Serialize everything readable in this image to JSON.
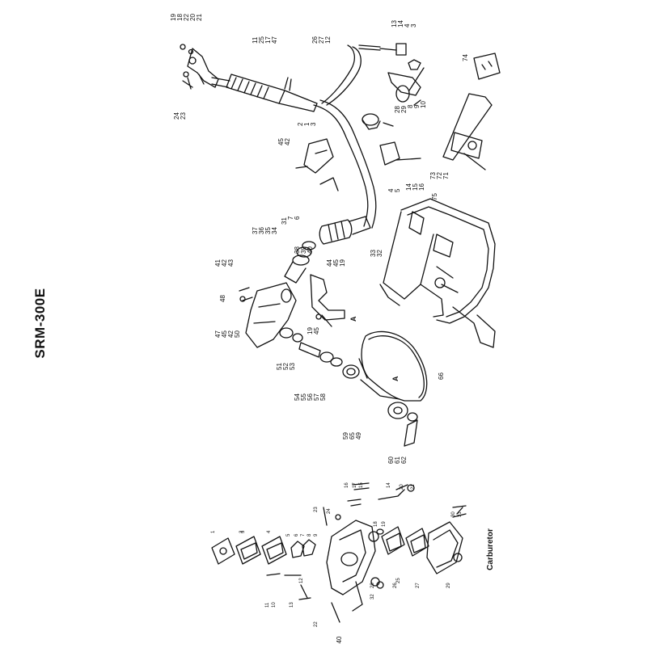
{
  "title": "SRM-300E",
  "carburetor_label": "Carburetor",
  "page_number": "40",
  "callouts_main": [
    {
      "id": "c19t",
      "text": "19"
    },
    {
      "id": "c18t",
      "text": "18"
    },
    {
      "id": "c22t",
      "text": "22"
    },
    {
      "id": "c20t",
      "text": "20"
    },
    {
      "id": "c21t",
      "text": "21"
    },
    {
      "id": "c11t",
      "text": "11"
    },
    {
      "id": "c25t",
      "text": "25"
    },
    {
      "id": "c17t",
      "text": "17"
    },
    {
      "id": "c47t",
      "text": "47"
    },
    {
      "id": "c26t",
      "text": "26"
    },
    {
      "id": "c27t",
      "text": "27"
    },
    {
      "id": "c12t",
      "text": "12"
    },
    {
      "id": "c13t",
      "text": "13"
    },
    {
      "id": "c14t",
      "text": "14"
    },
    {
      "id": "c4t",
      "text": "4"
    },
    {
      "id": "c3t",
      "text": "3"
    },
    {
      "id": "c74",
      "text": "74"
    },
    {
      "id": "c24",
      "text": "24"
    },
    {
      "id": "c23",
      "text": "23"
    },
    {
      "id": "c28",
      "text": "28"
    },
    {
      "id": "c29",
      "text": "29"
    },
    {
      "id": "c8",
      "text": "8"
    },
    {
      "id": "c9",
      "text": "9"
    },
    {
      "id": "c10",
      "text": "10"
    },
    {
      "id": "c2",
      "text": "2"
    },
    {
      "id": "c1",
      "text": "1"
    },
    {
      "id": "c3b",
      "text": "3"
    },
    {
      "id": "c45",
      "text": "45"
    },
    {
      "id": "c42",
      "text": "42"
    },
    {
      "id": "c4b",
      "text": "4"
    },
    {
      "id": "c5b",
      "text": "5"
    },
    {
      "id": "c14b",
      "text": "14"
    },
    {
      "id": "c15b",
      "text": "15"
    },
    {
      "id": "c16b",
      "text": "16"
    },
    {
      "id": "c73",
      "text": "73"
    },
    {
      "id": "c72",
      "text": "72"
    },
    {
      "id": "c71",
      "text": "71"
    },
    {
      "id": "c75",
      "text": "75"
    },
    {
      "id": "c31",
      "text": "31"
    },
    {
      "id": "c7",
      "text": "7"
    },
    {
      "id": "c6",
      "text": "6"
    },
    {
      "id": "c37",
      "text": "37"
    },
    {
      "id": "c36",
      "text": "36"
    },
    {
      "id": "c35",
      "text": "35"
    },
    {
      "id": "c34",
      "text": "34"
    },
    {
      "id": "c33",
      "text": "33"
    },
    {
      "id": "c32",
      "text": "32"
    },
    {
      "id": "c38",
      "text": "38"
    },
    {
      "id": "c39",
      "text": "39"
    },
    {
      "id": "c40",
      "text": "40"
    },
    {
      "id": "c41",
      "text": "41"
    },
    {
      "id": "c42b",
      "text": "42"
    },
    {
      "id": "c43",
      "text": "43"
    },
    {
      "id": "c44",
      "text": "44"
    },
    {
      "id": "c45b",
      "text": "45"
    },
    {
      "id": "c19b",
      "text": "19"
    },
    {
      "id": "c48",
      "text": "48"
    },
    {
      "id": "c47b",
      "text": "47"
    },
    {
      "id": "c45c",
      "text": "45"
    },
    {
      "id": "c42c",
      "text": "42"
    },
    {
      "id": "c50",
      "text": "50"
    },
    {
      "id": "c19c",
      "text": "19"
    },
    {
      "id": "c45d",
      "text": "45"
    },
    {
      "id": "cA1",
      "text": "A"
    },
    {
      "id": "cA2",
      "text": "A"
    },
    {
      "id": "c51",
      "text": "51"
    },
    {
      "id": "c52",
      "text": "52"
    },
    {
      "id": "c53",
      "text": "53"
    },
    {
      "id": "c54",
      "text": "54"
    },
    {
      "id": "c55",
      "text": "55"
    },
    {
      "id": "c56",
      "text": "56"
    },
    {
      "id": "c57",
      "text": "57"
    },
    {
      "id": "c58",
      "text": "58"
    },
    {
      "id": "c59",
      "text": "59"
    },
    {
      "id": "c65",
      "text": "65"
    },
    {
      "id": "c49",
      "text": "49"
    },
    {
      "id": "c60",
      "text": "60"
    },
    {
      "id": "c61",
      "text": "61"
    },
    {
      "id": "c62",
      "text": "62"
    },
    {
      "id": "c66",
      "text": "66"
    }
  ],
  "callouts_carb": [
    {
      "id": "k1",
      "text": "1"
    },
    {
      "id": "k2",
      "text": "2"
    },
    {
      "id": "k3",
      "text": "3"
    },
    {
      "id": "k4",
      "text": "4"
    },
    {
      "id": "k5",
      "text": "5"
    },
    {
      "id": "k6",
      "text": "6"
    },
    {
      "id": "k7",
      "text": "7"
    },
    {
      "id": "k8",
      "text": "8"
    },
    {
      "id": "k9",
      "text": "9"
    },
    {
      "id": "k10",
      "text": "10"
    },
    {
      "id": "k11",
      "text": "11"
    },
    {
      "id": "k12",
      "text": "12"
    },
    {
      "id": "k13",
      "text": "13"
    },
    {
      "id": "k14",
      "text": "14"
    },
    {
      "id": "k15",
      "text": "15"
    },
    {
      "id": "k16",
      "text": "16"
    },
    {
      "id": "k17",
      "text": "17"
    },
    {
      "id": "k18",
      "text": "18"
    },
    {
      "id": "k19",
      "text": "19"
    },
    {
      "id": "k20",
      "text": "20"
    },
    {
      "id": "k21",
      "text": "21"
    },
    {
      "id": "k22",
      "text": "22"
    },
    {
      "id": "k23",
      "text": "23"
    },
    {
      "id": "k24",
      "text": "24"
    },
    {
      "id": "k25",
      "text": "25"
    },
    {
      "id": "k26",
      "text": "26"
    },
    {
      "id": "k27",
      "text": "27"
    },
    {
      "id": "k28",
      "text": "28"
    },
    {
      "id": "k29",
      "text": "29"
    },
    {
      "id": "k30",
      "text": "30"
    },
    {
      "id": "k31",
      "text": "31"
    },
    {
      "id": "k32",
      "text": "32"
    }
  ]
}
